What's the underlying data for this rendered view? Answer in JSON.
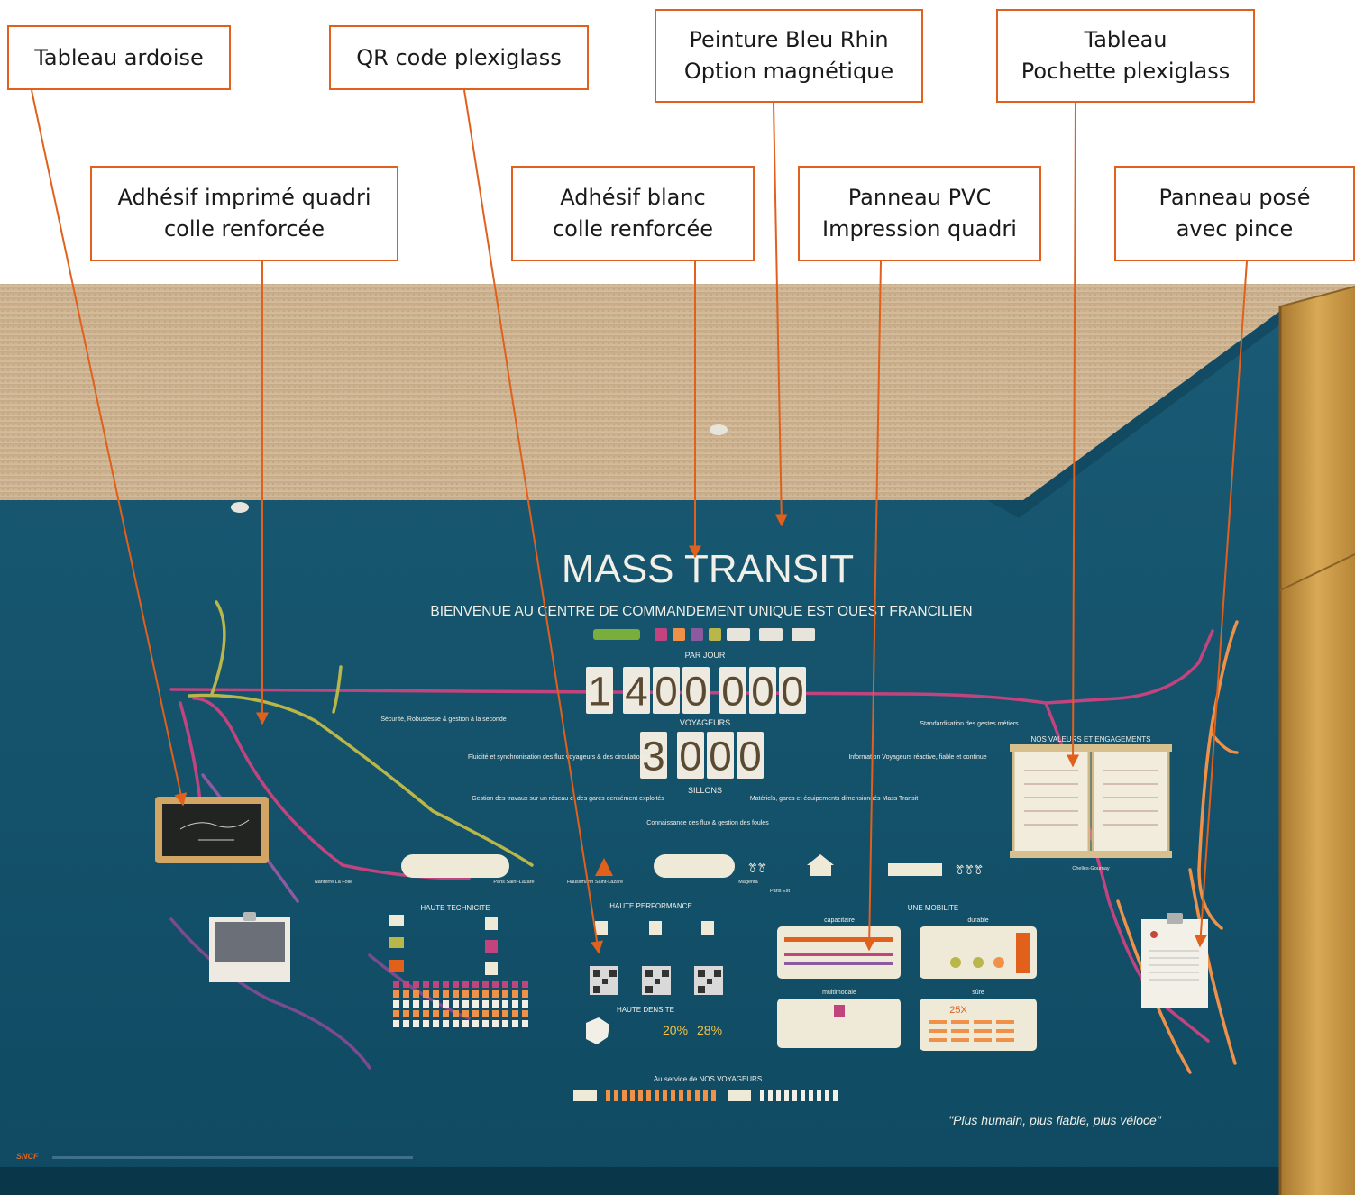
{
  "callouts": {
    "tableau_ardoise": {
      "line1": "Tableau ardoise"
    },
    "qr_code": {
      "line1": "QR code plexiglass"
    },
    "peinture": {
      "line1": "Peinture Bleu Rhin",
      "line2": "Option magnétique"
    },
    "tableau_pochette": {
      "line1": "Tableau",
      "line2": "Pochette plexiglass"
    },
    "adhesif_quadri": {
      "line1": "Adhésif imprimé quadri",
      "line2": "colle renforcée"
    },
    "adhesif_blanc": {
      "line1": "Adhésif blanc",
      "line2": "colle renforcée"
    },
    "panneau_pvc": {
      "line1": "Panneau PVC",
      "line2": "Impression quadri"
    },
    "panneau_pose": {
      "line1": "Panneau posé",
      "line2": "avec pince"
    }
  },
  "mural": {
    "title": "MASS TRANSIT",
    "subtitle": "BIENVENUE AU CENTRE DE COMMANDEMENT UNIQUE EST OUEST FRANCILIEN",
    "par_jour": "PAR JOUR",
    "voyageurs_digits": [
      "1",
      "4",
      "0",
      "0",
      "0",
      "0",
      "0"
    ],
    "voyageurs_label": "VOYAGEURS",
    "sillons_digits": [
      "3",
      "0",
      "0",
      "0"
    ],
    "sillons_label": "SILLONS",
    "quote": "\"Plus humain, plus fiable, plus véloce\"",
    "section_haute_technicite": "HAUTE TECHNICITE",
    "section_haute_performance": "HAUTE PERFORMANCE",
    "section_haute_densite": "HAUTE DENSITE",
    "section_mobilite": "UNE MOBILITE",
    "section_valeurs": "NOS VALEURS ET ENGAGEMENTS",
    "section_voyageurs": "Au service de NOS VOYAGEURS",
    "label_capacitaire": "capacitaire",
    "label_durable": "durable",
    "label_multimodale": "multimodale",
    "label_sure": "sûre",
    "stat_25x": "25X",
    "stat_20": "20%",
    "stat_28": "28%",
    "sncf": "SNCF",
    "annot_securite": "Sécurité, Robustesse & gestion à la seconde",
    "annot_fluidite": "Fluidité et synchronisation des flux voyageurs & des circulations",
    "annot_gestion_travaux": "Gestion des travaux sur un réseau et des gares densément exploités",
    "annot_connaissance": "Connaissance des flux & gestion des foules",
    "annot_materiels": "Matériels, gares et équipements dimensionnés Mass Transit",
    "annot_information": "Information Voyageurs réactive, fiable et continue",
    "annot_standardisation": "Standardisation des gestes métiers",
    "station_nanterre": "Nanterre La Folie",
    "station_saint_lazare": "Paris Saint-Lazare",
    "station_haussmann": "Haussmann Saint-Lazare",
    "station_magenta": "Magenta",
    "station_paris_est": "Paris Est",
    "station_chelles": "Chelles-Gournay"
  },
  "colors": {
    "callout_border": "#e0601c",
    "leader_line": "#e0601c",
    "wall_blue": "#12506a",
    "ceiling": "#c9ad8a",
    "wood_panel": "#c99a45",
    "rail_pink": "#c1447f",
    "rail_orange": "#f0914a",
    "rail_yellow": "#b9b64a",
    "rail_purple": "#7a4b8e",
    "text_light": "#f2efe6"
  }
}
